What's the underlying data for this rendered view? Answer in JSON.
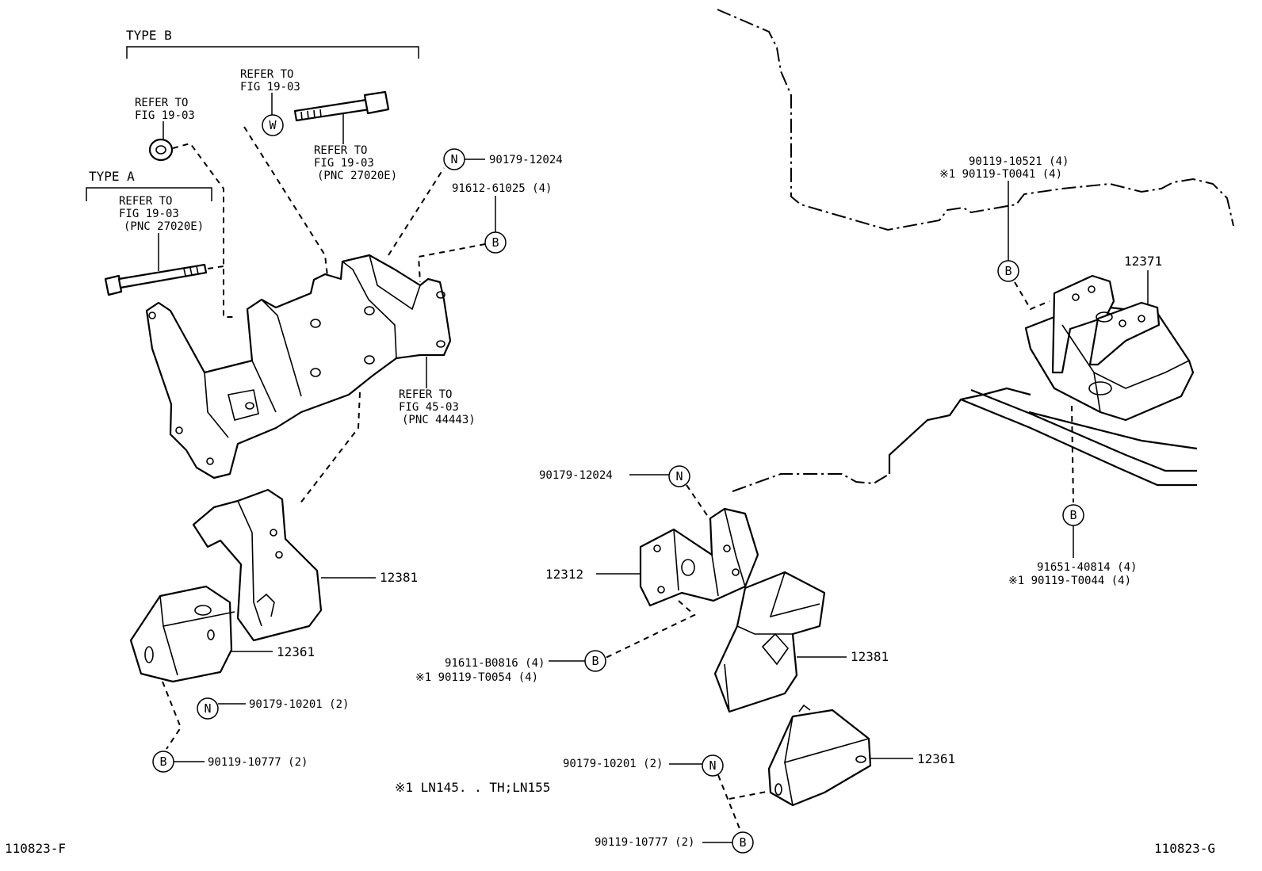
{
  "drawing": {
    "code_left": "110823-F",
    "code_right": "110823-G",
    "footnote": "※1 LN145. . TH;LN155"
  },
  "groups": {
    "type_a": "TYPE A",
    "type_b": "TYPE B"
  },
  "refer": {
    "b_upper_1": "REFER TO",
    "b_upper_2": "FIG 19-03",
    "b_bolt_1": "REFER TO",
    "b_bolt_2": "FIG 19-03",
    "b_nut_1": "REFER TO",
    "b_nut_2": "FIG 19-03",
    "b_nut_3": "(PNC 27020E)",
    "a_1": "REFER TO",
    "a_2": "FIG 19-03",
    "a_3": "(PNC 27020E)",
    "bracket_1": "REFER TO",
    "bracket_2": "FIG 45-03",
    "bracket_3": "(PNC 44443)"
  },
  "markers": {
    "N": "N",
    "B": "B",
    "W": "W"
  },
  "parts": {
    "l_90179_12024": "90179-12024",
    "l_91612_61025": "91612-61025 (4)",
    "l_12381": "12381",
    "l_12361": "12361",
    "l_90179_10201": "90179-10201 (2)",
    "l_90119_10777": "90119-10777 (2)",
    "r_90119_10521": "90119-10521 (4)",
    "r_90119_T0041": "※1 90119-T0041 (4)",
    "r_12371": "12371",
    "r_90179_12024": "90179-12024",
    "r_12312": "12312",
    "r_91651_40814": "91651-40814 (4)",
    "r_90119_T0044": "※1 90119-T0044 (4)",
    "r_91611_B0816": "91611-B0816 (4)",
    "r_90119_T0054": "※1 90119-T0054 (4)",
    "r_12381": "12381",
    "r_90179_10201": "90179-10201 (2)",
    "r_12361": "12361",
    "r_90119_10777": "90119-10777 (2)"
  }
}
